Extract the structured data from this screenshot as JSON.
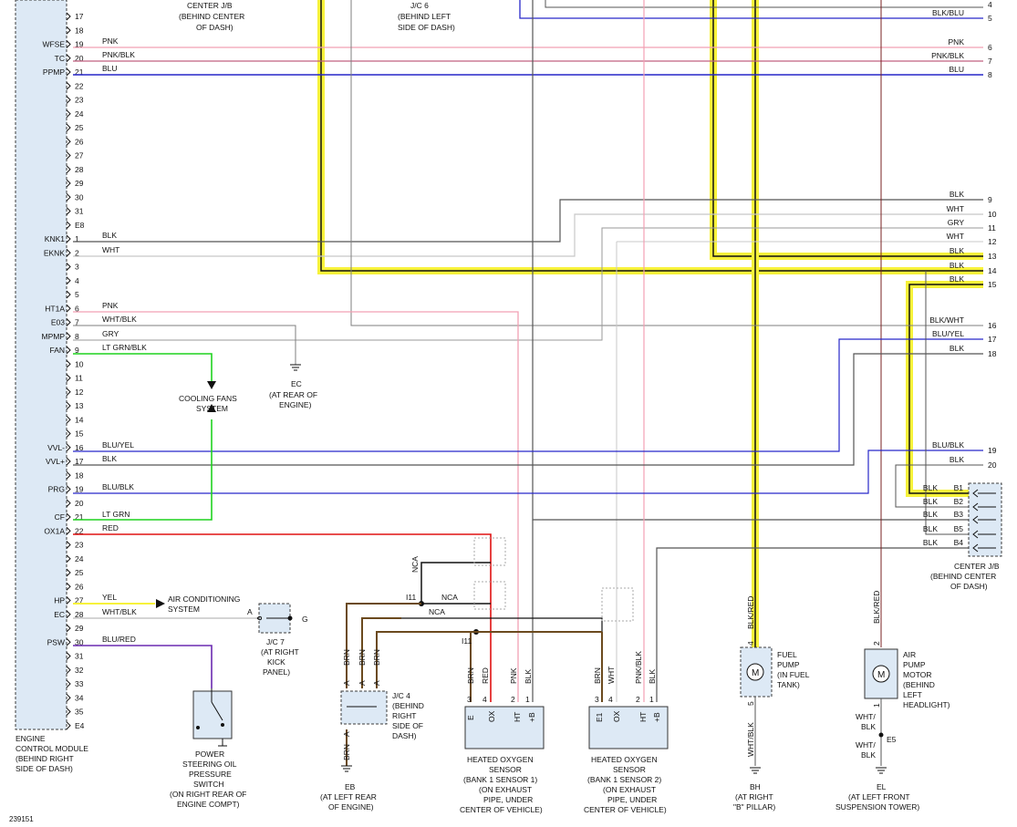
{
  "figure_id": "239151",
  "colors": {
    "pink": "#f2a0b3",
    "blue": "#2727c9",
    "gray": "#7f7f7f",
    "dark_gray": "#555555",
    "white_wire": "#c8c8c8",
    "green": "#1fd21f",
    "red": "#e01212",
    "purple": "#6a2ab0",
    "yellow": "#f7f23a",
    "brown": "#6b4a1e",
    "black": "#111111",
    "bus_fill": "#dde9f5"
  },
  "ecm": {
    "label_lines": [
      "ENGINE",
      "CONTROL MODULE",
      "(BEHIND RIGHT",
      "SIDE OF DASH)"
    ],
    "pins": [
      {
        "name": "",
        "num": "17"
      },
      {
        "name": "",
        "num": "18"
      },
      {
        "name": "WFSE",
        "num": "19"
      },
      {
        "name": "TC",
        "num": "20"
      },
      {
        "name": "PPMP",
        "num": "21"
      },
      {
        "name": "",
        "num": "22"
      },
      {
        "name": "",
        "num": "23"
      },
      {
        "name": "",
        "num": "24"
      },
      {
        "name": "",
        "num": "25"
      },
      {
        "name": "",
        "num": "26"
      },
      {
        "name": "",
        "num": "27"
      },
      {
        "name": "",
        "num": "28"
      },
      {
        "name": "",
        "num": "29"
      },
      {
        "name": "",
        "num": "30"
      },
      {
        "name": "",
        "num": "31"
      },
      {
        "name": "",
        "num": "E8"
      },
      {
        "name": "KNK1",
        "num": "1"
      },
      {
        "name": "EKNK",
        "num": "2"
      },
      {
        "name": "",
        "num": "3"
      },
      {
        "name": "",
        "num": "4"
      },
      {
        "name": "",
        "num": "5"
      },
      {
        "name": "HT1A",
        "num": "6"
      },
      {
        "name": "E03",
        "num": "7"
      },
      {
        "name": "MPMP",
        "num": "8"
      },
      {
        "name": "FAN",
        "num": "9"
      },
      {
        "name": "",
        "num": "10"
      },
      {
        "name": "",
        "num": "11"
      },
      {
        "name": "",
        "num": "12"
      },
      {
        "name": "",
        "num": "13"
      },
      {
        "name": "",
        "num": "14"
      },
      {
        "name": "",
        "num": "15"
      },
      {
        "name": "VVL-",
        "num": "16"
      },
      {
        "name": "VVL+",
        "num": "17"
      },
      {
        "name": "",
        "num": "18"
      },
      {
        "name": "PRG",
        "num": "19"
      },
      {
        "name": "",
        "num": "20"
      },
      {
        "name": "CF",
        "num": "21"
      },
      {
        "name": "OX1A",
        "num": "22"
      },
      {
        "name": "",
        "num": "23"
      },
      {
        "name": "",
        "num": "24"
      },
      {
        "name": "",
        "num": "25"
      },
      {
        "name": "",
        "num": "26"
      },
      {
        "name": "HP",
        "num": "27"
      },
      {
        "name": "EC",
        "num": "28"
      },
      {
        "name": "",
        "num": "29"
      },
      {
        "name": "PSW",
        "num": "30"
      },
      {
        "name": "",
        "num": "31"
      },
      {
        "name": "",
        "num": "32"
      },
      {
        "name": "",
        "num": "33"
      },
      {
        "name": "",
        "num": "34"
      },
      {
        "name": "",
        "num": "35"
      },
      {
        "name": "",
        "num": "E4"
      }
    ]
  },
  "ecm_wire_labels": {
    "p19": "PNK",
    "p20": "PNK/BLK",
    "p21": "BLU",
    "knk1": "BLK",
    "eknk": "WHT",
    "ht1a": "PNK",
    "e03": "WHT/BLK",
    "mpmp": "GRY",
    "fan": "LT GRN/BLK",
    "vvlm": "BLU/YEL",
    "vvlp": "BLK",
    "prg": "BLU/BLK",
    "cf": "LT GRN",
    "ox1a": "RED",
    "hp": "YEL",
    "ec": "WHT/BLK",
    "psw": "BLU/RED"
  },
  "right_edge": [
    {
      "num": "4",
      "label": ""
    },
    {
      "num": "5",
      "label": "BLK/BLU"
    },
    {
      "num": "6",
      "label": "PNK"
    },
    {
      "num": "7",
      "label": "PNK/BLK"
    },
    {
      "num": "8",
      "label": "BLU"
    },
    {
      "num": "9",
      "label": "BLK"
    },
    {
      "num": "10",
      "label": "WHT"
    },
    {
      "num": "11",
      "label": "GRY"
    },
    {
      "num": "12",
      "label": "WHT"
    },
    {
      "num": "13",
      "label": "BLK"
    },
    {
      "num": "14",
      "label": "BLK"
    },
    {
      "num": "15",
      "label": "BLK"
    },
    {
      "num": "16",
      "label": "BLK/WHT"
    },
    {
      "num": "17",
      "label": "BLU/YEL"
    },
    {
      "num": "18",
      "label": "BLK"
    },
    {
      "num": "19",
      "label": "BLU/BLK"
    },
    {
      "num": "20",
      "label": "BLK"
    }
  ],
  "top_labels": {
    "center_jb": [
      "CENTER J/B",
      "(BEHIND CENTER",
      "OF DASH)"
    ],
    "jc6": [
      "J/C 6",
      "(BEHIND LEFT",
      "SIDE OF DASH)"
    ]
  },
  "cooling_fans": [
    "COOLING FANS",
    "SYSTEM"
  ],
  "ec_ground": [
    "EC",
    "(AT REAR OF",
    "ENGINE)"
  ],
  "air_conditioning": [
    "AIR CONDITIONING",
    "SYSTEM"
  ],
  "jc7": {
    "pin_a": "A",
    "pin_g": "G",
    "label": [
      "J/C 7",
      "(AT RIGHT",
      "KICK",
      "PANEL)"
    ]
  },
  "psw_switch": [
    "POWER",
    "STEERING OIL",
    "PRESSURE",
    "SWITCH",
    "(ON RIGHT REAR OF",
    "ENGINE COMPT)"
  ],
  "splices": {
    "i11_top": "I11",
    "i11_bottom": "I11",
    "nca1": "NCA",
    "nca2": "NCA",
    "nca3": "NCA"
  },
  "jc4": {
    "wires_top": [
      "BRN",
      "BRN",
      "BRN"
    ],
    "pins_top": [
      "A",
      "A",
      "A"
    ],
    "pin_bottom": "A",
    "wire_bottom": "BRN",
    "label": [
      "J/C 4",
      "(BEHIND",
      "RIGHT",
      "SIDE OF",
      "DASH)"
    ]
  },
  "eb_ground": [
    "EB",
    "(AT LEFT REAR",
    "OF ENGINE)"
  ],
  "hos1": {
    "wires": [
      "BRN",
      "RED",
      "PNK",
      "BLK"
    ],
    "pins": [
      "3",
      "4",
      "2",
      "1"
    ],
    "terms": [
      "E",
      "OX",
      "HT",
      "+B"
    ],
    "label": [
      "HEATED OXYGEN",
      "SENSOR",
      "(BANK 1 SENSOR 1)",
      "(ON EXHAUST",
      "PIPE, UNDER",
      "CENTER OF VEHICLE)"
    ]
  },
  "hos2": {
    "wires": [
      "BRN",
      "WHT",
      "PNK/BLK",
      "BLK"
    ],
    "pins": [
      "3",
      "4",
      "2",
      "1"
    ],
    "terms": [
      "E1",
      "OX",
      "HT",
      "+B"
    ],
    "label": [
      "HEATED OXYGEN",
      "SENSOR",
      "(BANK 1 SENSOR 2)",
      "(ON EXHAUST",
      "PIPE, UNDER",
      "CENTER OF VEHICLE)"
    ]
  },
  "fuel_pump": {
    "wire_top": "BLK/RED",
    "pin_top": "4",
    "pin_bottom": "5",
    "wire_bottom": "WHT/BLK",
    "symbol": "M",
    "label": [
      "FUEL",
      "PUMP",
      "(IN FUEL",
      "TANK)"
    ]
  },
  "bh_ground": [
    "BH",
    "(AT RIGHT",
    "\"B\" PILLAR)"
  ],
  "air_pump": {
    "wire_top": "BLK/RED",
    "pin_top": "2",
    "pin_bottom": "1",
    "wire_bottom1": "WHT/",
    "wire_bottom1b": "BLK",
    "splice": "E5",
    "wire_bottom2": "WHT/",
    "wire_bottom2b": "BLK",
    "symbol": "M",
    "label": [
      "AIR",
      "PUMP",
      "MOTOR",
      "(BEHIND",
      "LEFT",
      "HEADLIGHT)"
    ]
  },
  "el_ground": [
    "EL",
    "(AT LEFT FRONT",
    "SUSPENSION TOWER)"
  ],
  "center_jb_conn": {
    "rows": [
      {
        "wire": "BLK",
        "pin": "B1"
      },
      {
        "wire": "BLK",
        "pin": "B2"
      },
      {
        "wire": "BLK",
        "pin": "B3"
      },
      {
        "wire": "BLK",
        "pin": "B5"
      },
      {
        "wire": "BLK",
        "pin": "B4"
      }
    ],
    "label": [
      "CENTER J/B",
      "(BEHIND CENTER",
      "OF DASH)"
    ]
  }
}
